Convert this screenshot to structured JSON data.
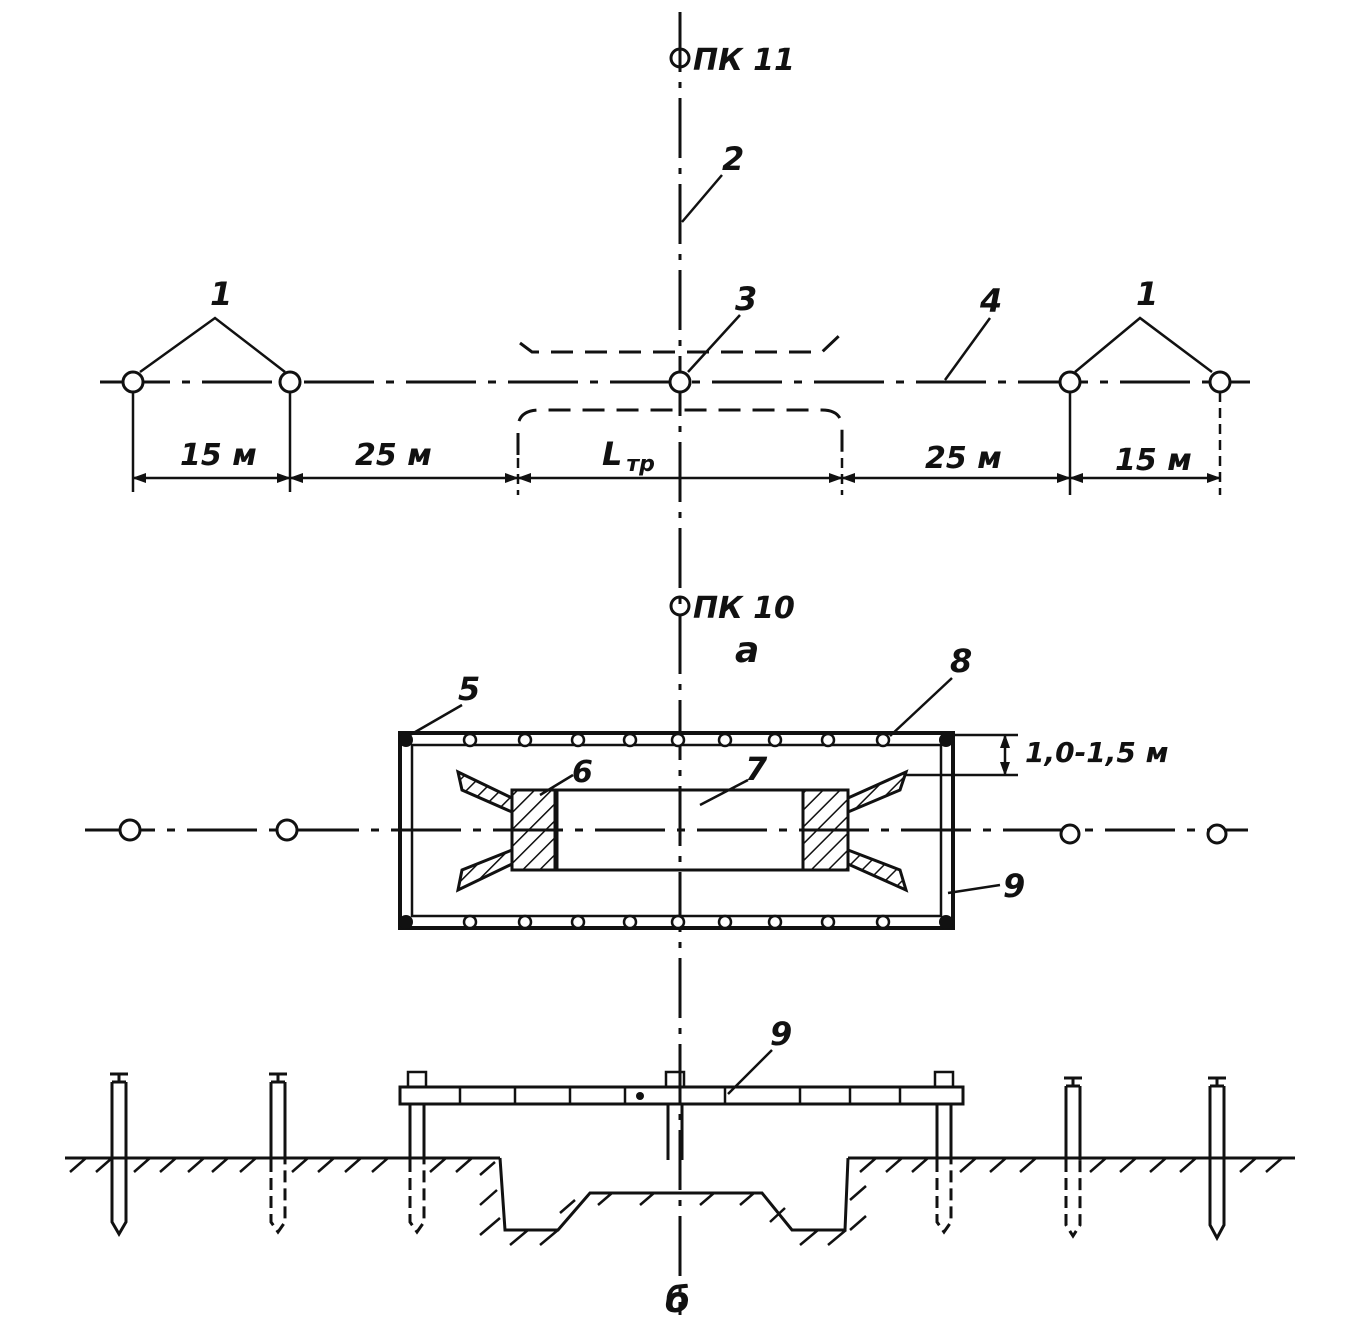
{
  "labels": {
    "pk_top": "ПК 11",
    "pk_bottom": "ПК 10",
    "num_1_left": "1",
    "num_1_right": "1",
    "num_2": "2",
    "num_3": "3",
    "num_4": "4",
    "num_5": "5",
    "num_6": "6",
    "num_7": "7",
    "num_8": "8",
    "num_9_plan": "9",
    "num_9_section": "9",
    "sub_a": "а",
    "sub_b": "б"
  },
  "dimensions": {
    "d15_left": "15 м",
    "d25_left": "25 м",
    "l_main": "L",
    "l_sub": "тр",
    "d25_right": "25 м",
    "d15_right": "15 м",
    "range": "1,0-1,5 м"
  },
  "colors": {
    "ink": "#111111",
    "paper": "#ffffff"
  }
}
